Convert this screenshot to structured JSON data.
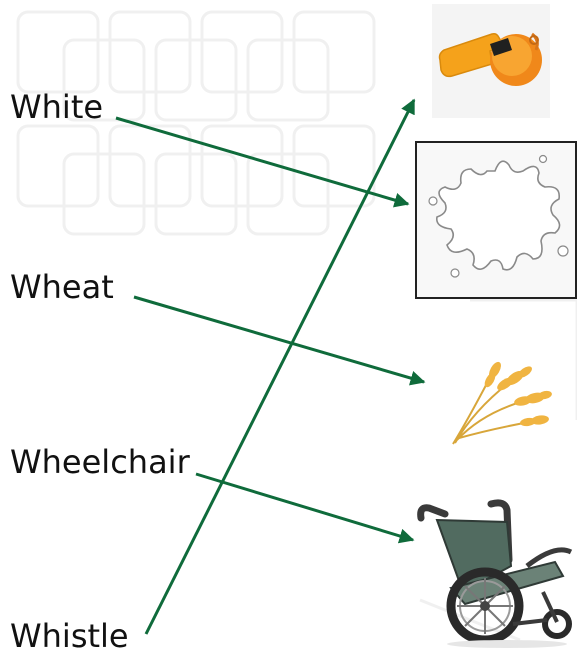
{
  "words": {
    "white": "White",
    "wheat": "Wheat",
    "wheelchair": "Wheelchair",
    "whistle": "Whistle"
  },
  "pictures": {
    "whistle": "whistle-icon",
    "splash": "white-paint-splash-icon",
    "wheat": "wheat-icon",
    "wheelchair": "wheelchair-icon"
  },
  "colors": {
    "arrow": "#0f6b3b",
    "background_pattern": "#f1f1f1"
  }
}
